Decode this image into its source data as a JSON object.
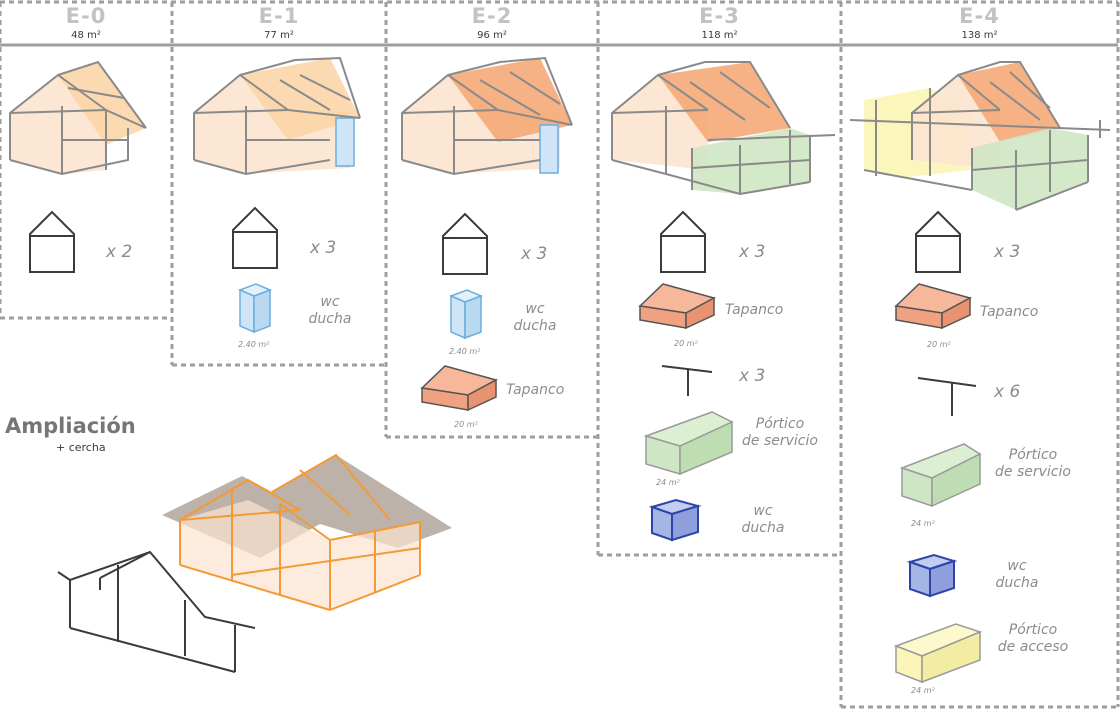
{
  "stages": [
    {
      "code": "E-0",
      "area": "48 m²"
    },
    {
      "code": "E-1",
      "area": "77 m²"
    },
    {
      "code": "E-2",
      "area": "96 m²"
    },
    {
      "code": "E-3",
      "area": "118 m²"
    },
    {
      "code": "E-4",
      "area": "138 m²"
    }
  ],
  "labels": {
    "x2": "x 2",
    "x3": "x 3",
    "x6": "x 6",
    "wc": "wc",
    "ducha": "ducha",
    "tapanco": "Tapanco",
    "portico": "Pórtico",
    "de_servicio": "de servicio",
    "de_acceso": "de acceso",
    "area_wc": "2.40 m²",
    "area_tapanco": "20 m²",
    "area_portico": "24 m²"
  },
  "ampliacion": {
    "title": "Ampliación",
    "subtitle": "+ cercha"
  },
  "colors": {
    "frame": "#3b3b3b",
    "wall_fill": "#fce4cf",
    "roof_light": "#fbd3a3",
    "roof_dark": "#f4a570",
    "wc_blue_light": "#cfe5f7",
    "wc_blue_stroke": "#6aaee0",
    "tapanco_fill": "#f6b79b",
    "portico_servicio": "#cfe6c4",
    "wc_dark_fill": "#a5b5e6",
    "wc_dark_stroke": "#2e44a8",
    "portico_acceso": "#fbf6b8",
    "roof_grey": "#b1a59a",
    "orange_frame": "#f39a36",
    "divider": "#9e9e9e"
  }
}
